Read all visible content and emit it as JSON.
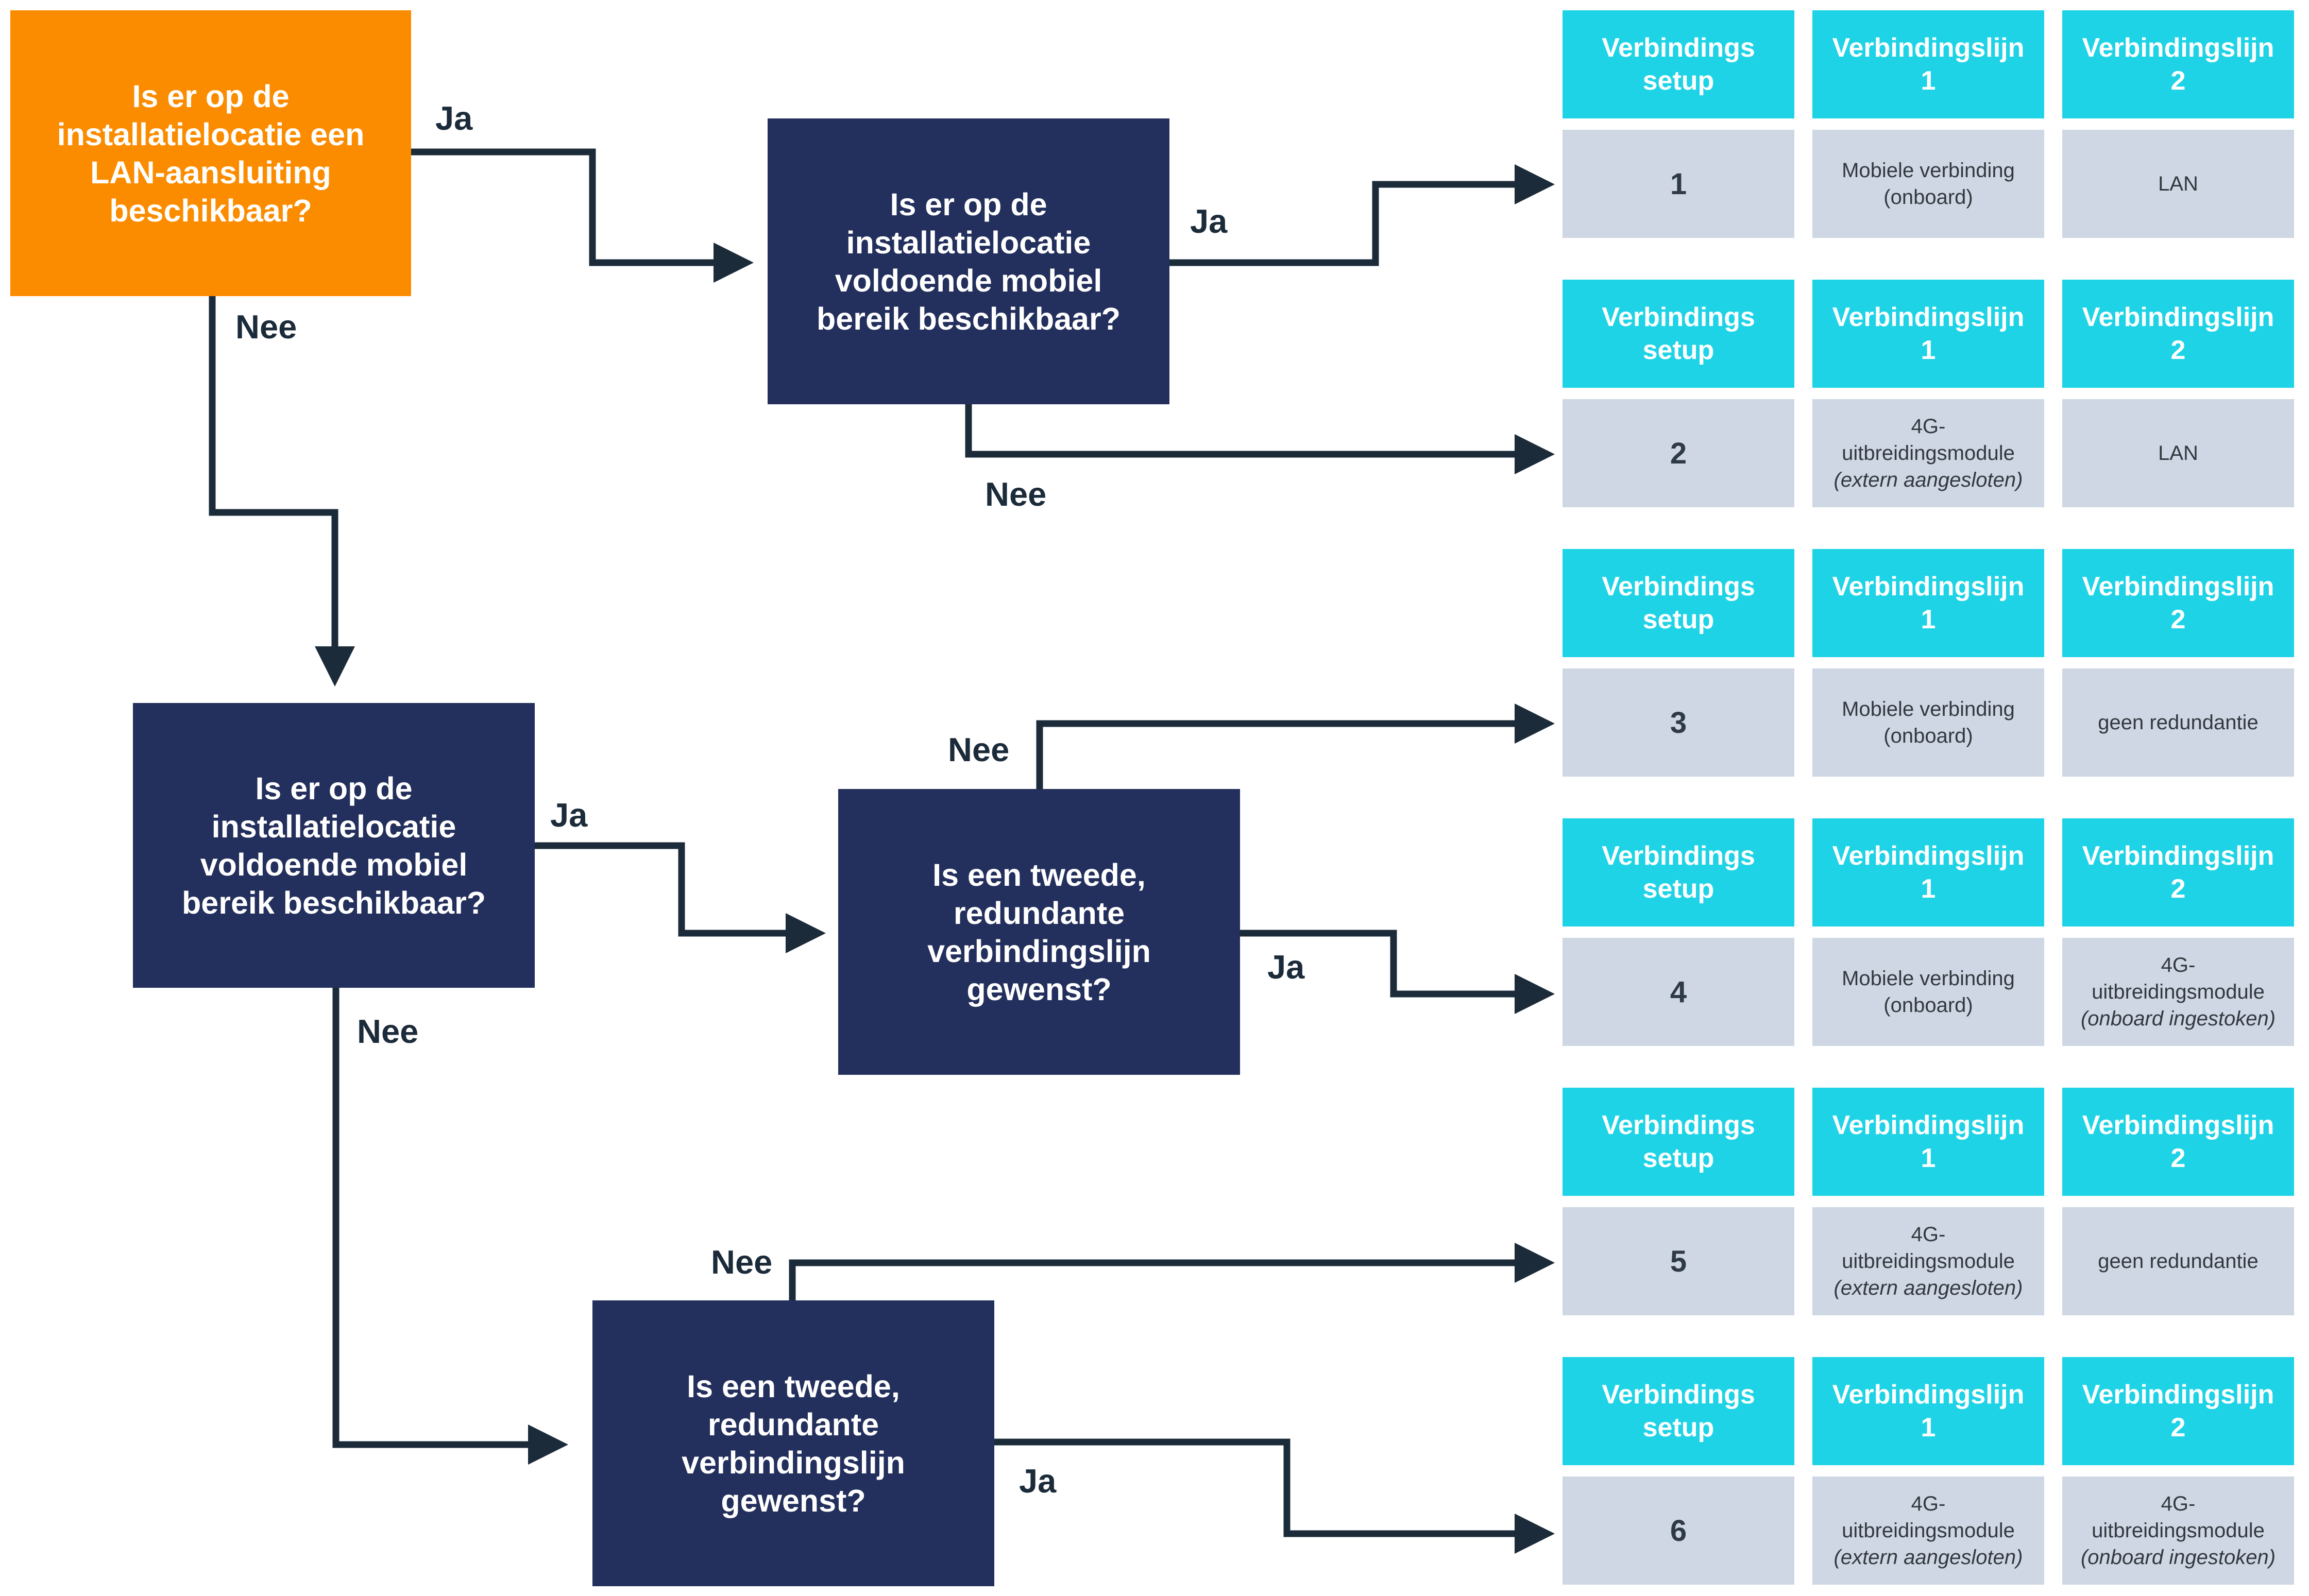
{
  "questions": {
    "q1": "Is er op de installatielocatie een LAN-aansluiting beschikbaar?",
    "q2": "Is er op de installatielocatie voldoende mobiel bereik beschikbaar?",
    "q3": "Is er op de installatielocatie voldoende mobiel bereik beschikbaar?",
    "q4": "Is een tweede, redundante verbindingslijn gewenst?",
    "q5": "Is een tweede, redundante verbindingslijn gewenst?"
  },
  "labels": {
    "ja": "Ja",
    "nee": "Nee"
  },
  "table_header": {
    "setup": [
      "Verbindings",
      "setup"
    ],
    "line1": [
      "Verbindingslijn",
      "1"
    ],
    "line2": [
      "Verbindingslijn",
      "2"
    ]
  },
  "setups": [
    {
      "number": "1",
      "line1": [
        "Mobiele verbinding",
        "(onboard)"
      ],
      "line2": [
        "LAN"
      ]
    },
    {
      "number": "2",
      "line1": [
        "4G-",
        "uitbreidingsmodule",
        "(extern aangesloten)"
      ],
      "line2": [
        "LAN"
      ]
    },
    {
      "number": "3",
      "line1": [
        "Mobiele verbinding",
        "(onboard)"
      ],
      "line2": [
        "geen redundantie"
      ]
    },
    {
      "number": "4",
      "line1": [
        "Mobiele verbinding",
        "(onboard)"
      ],
      "line2": [
        "4G-",
        "uitbreidingsmodule",
        "(onboard ingestoken)"
      ]
    },
    {
      "number": "5",
      "line1": [
        "4G-",
        "uitbreidingsmodule",
        "(extern aangesloten)"
      ],
      "line2": [
        "geen redundantie"
      ]
    },
    {
      "number": "6",
      "line1": [
        "4G-",
        "uitbreidingsmodule",
        "(extern aangesloten)"
      ],
      "line2": [
        "4G-",
        "uitbreidingsmodule",
        "(onboard ingestoken)"
      ]
    }
  ],
  "colors": {
    "orange": "#fb8c00",
    "navy": "#232f5c",
    "cyan": "#1fd3e6",
    "grey": "#ced7e3",
    "connector": "#1c2b3a"
  }
}
